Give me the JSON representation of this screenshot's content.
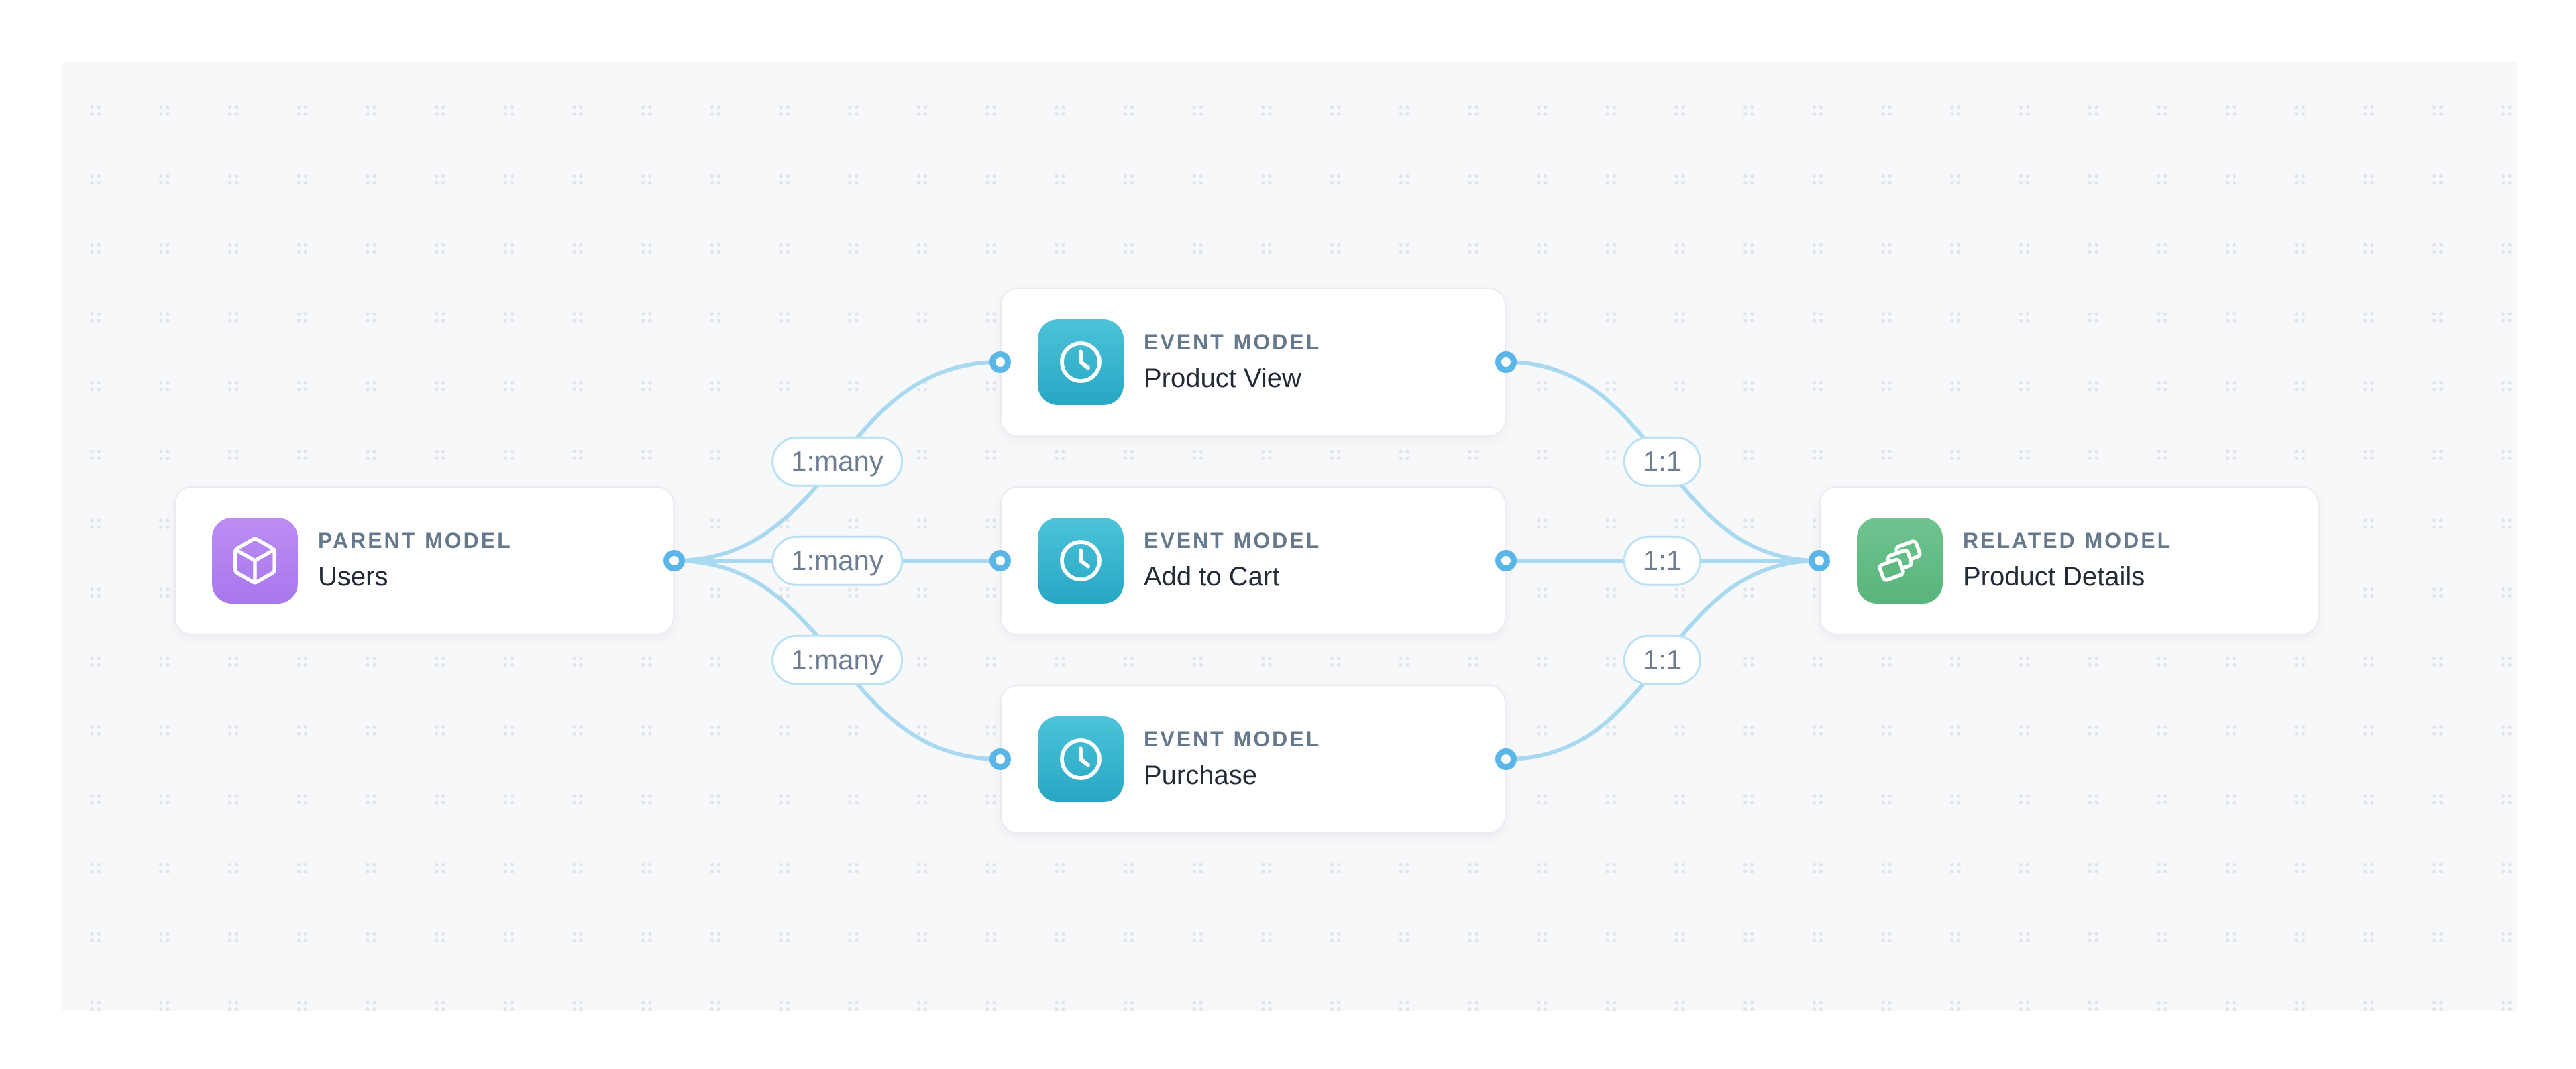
{
  "canvas": {
    "background": "#f7f8fa",
    "dot_color": "#e0e3e9",
    "edge_color": "#a9d9f1",
    "handle_color": "#5ab6e6",
    "pill_border_color": "#b9e0f4",
    "type_label_color": "#66788c",
    "title_color": "#232b38"
  },
  "nodes": [
    {
      "id": "users",
      "type_label": "PARENT MODEL",
      "title": "Users",
      "icon": "cube-icon",
      "accent_from": "#bc8df3",
      "accent_to": "#a877ec"
    },
    {
      "id": "product-view",
      "type_label": "EVENT MODEL",
      "title": "Product View",
      "icon": "clock-icon",
      "accent_from": "#4cc3d9",
      "accent_to": "#27a7c4"
    },
    {
      "id": "add-to-cart",
      "type_label": "EVENT MODEL",
      "title": "Add to Cart",
      "icon": "clock-icon",
      "accent_from": "#4cc3d9",
      "accent_to": "#27a7c4"
    },
    {
      "id": "purchase",
      "type_label": "EVENT MODEL",
      "title": "Purchase",
      "icon": "clock-icon",
      "accent_from": "#4cc3d9",
      "accent_to": "#27a7c4"
    },
    {
      "id": "product-details",
      "type_label": "RELATED MODEL",
      "title": "Product Details",
      "icon": "layers-icon",
      "accent_from": "#6fc38f",
      "accent_to": "#58b57c"
    }
  ],
  "edges": [
    {
      "from": "users",
      "to": "product-view",
      "label": "1:many"
    },
    {
      "from": "users",
      "to": "add-to-cart",
      "label": "1:many"
    },
    {
      "from": "users",
      "to": "purchase",
      "label": "1:many"
    },
    {
      "from": "product-view",
      "to": "product-details",
      "label": "1:1"
    },
    {
      "from": "add-to-cart",
      "to": "product-details",
      "label": "1:1"
    },
    {
      "from": "purchase",
      "to": "product-details",
      "label": "1:1"
    }
  ]
}
